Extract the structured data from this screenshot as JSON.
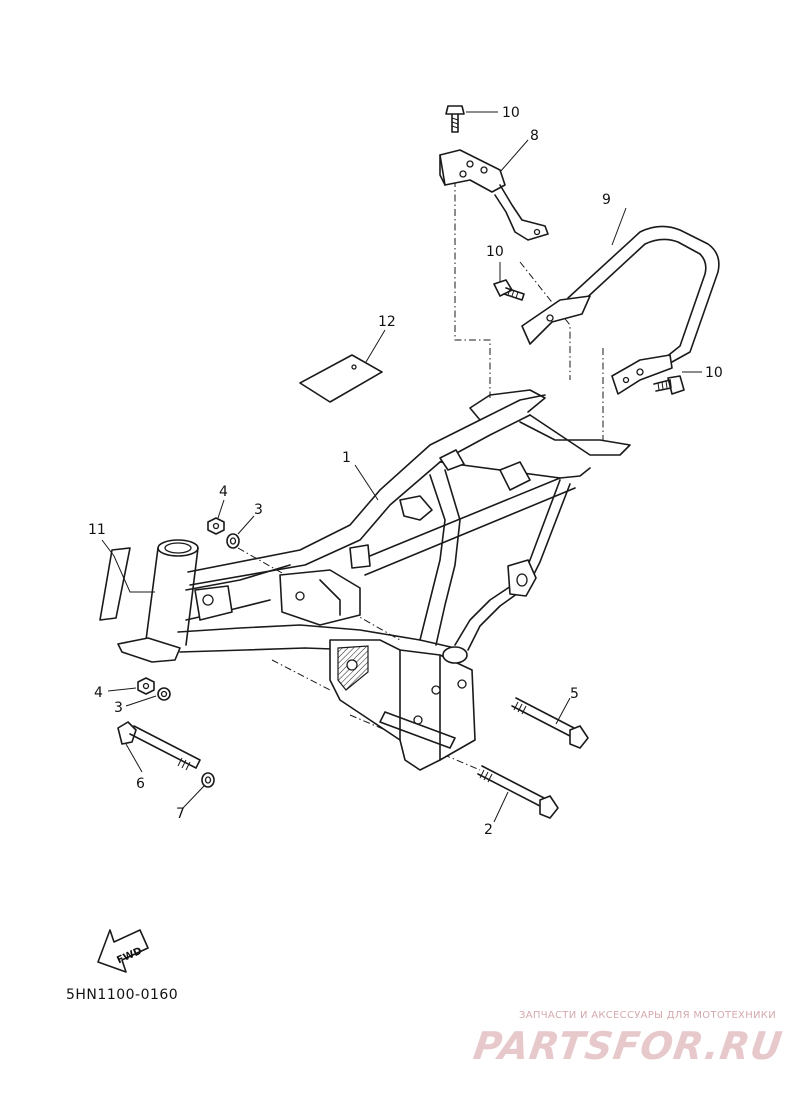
{
  "diagram": {
    "part_code": "5HN1100-0160",
    "fwd_label": "FWD",
    "callouts": {
      "frame": "1",
      "bolt_rear": "2",
      "washer_upper": "3",
      "washer_lower": "3",
      "nut_upper": "4",
      "nut_lower": "4",
      "bolt_upper": "5",
      "bolt_front": "6",
      "collar": "7",
      "bracket": "8",
      "grab_bar": "9",
      "bolt_top": "10",
      "bolt_mid": "10",
      "bolt_right": "10",
      "label_head": "11",
      "label_plate": "12"
    }
  },
  "watermark": {
    "subtitle": "ЗАПЧАСТИ И АКСЕССУАРЫ ДЛЯ МОТОТЕХНИКИ",
    "logo": "PARTSFOR.RU"
  }
}
